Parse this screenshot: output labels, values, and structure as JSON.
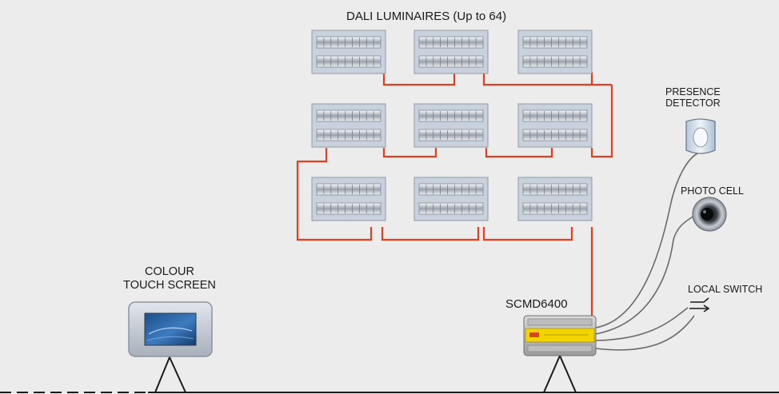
{
  "diagram": {
    "title": "DALI LUMINAIRES (Up to 64)",
    "controller_label": "SCMD6400",
    "touch_screen_label_line1": "COLOUR",
    "touch_screen_label_line2": "TOUCH SCREEN",
    "presence_label_line1": "PRESENCE",
    "presence_label_line2": "DETECTOR",
    "photocell_label": "PHOTO CELL",
    "switch_label": "LOCAL SWITCH"
  },
  "colors": {
    "background": "#ececec",
    "dali_wire": "#e0401f",
    "bus_line": "#1a1a1a",
    "sensor_wire": "#6a6a6a",
    "luminaire_frame": "#c9d1dc",
    "controller_stripe": "#f2d400"
  },
  "luminaires": {
    "rows": 3,
    "columns": 3
  }
}
